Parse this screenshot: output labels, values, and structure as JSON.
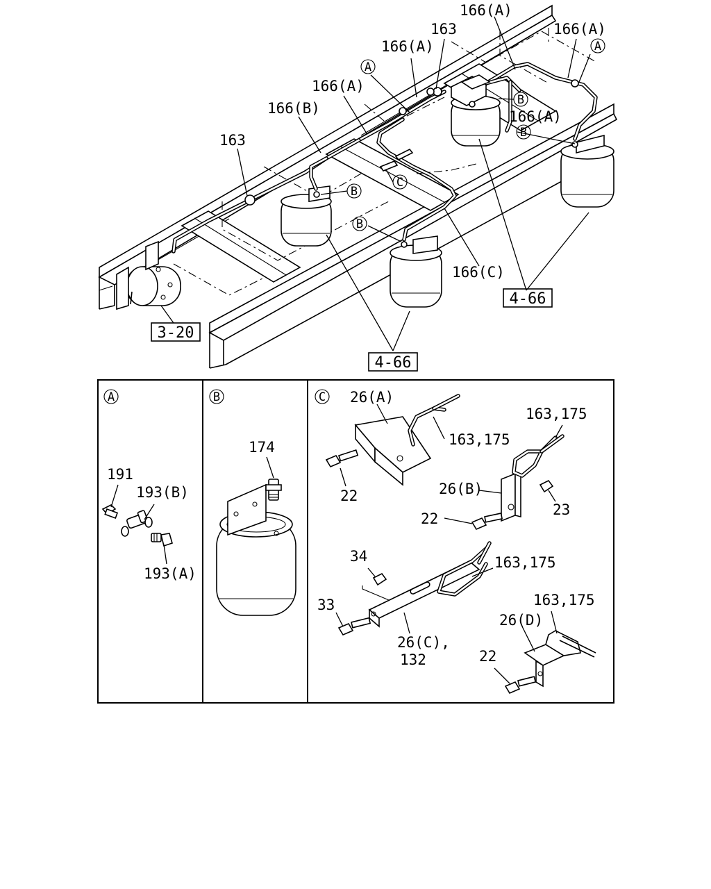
{
  "upper_view": {
    "labels": [
      "166(A)",
      "163",
      "166(A)",
      "166(A)",
      "166(A)",
      "166(B)",
      "166(A)",
      "163",
      "166(C)"
    ],
    "circle_markers": [
      "A",
      "A",
      "B",
      "B",
      "B",
      "B",
      "C"
    ],
    "references": [
      "4-66",
      "3-20",
      "4-66"
    ]
  },
  "detail_a": {
    "marker": "A",
    "labels": [
      "191",
      "193(B)",
      "193(A)"
    ]
  },
  "detail_b": {
    "marker": "B",
    "labels": [
      "174"
    ]
  },
  "detail_c": {
    "marker": "C",
    "labels": [
      "26(A)",
      "163,175",
      "22",
      "163,175",
      "26(B)",
      "23",
      "22",
      "34",
      "163,175",
      "33",
      "26(C),",
      "132",
      "163,175",
      "26(D)",
      "22"
    ]
  }
}
